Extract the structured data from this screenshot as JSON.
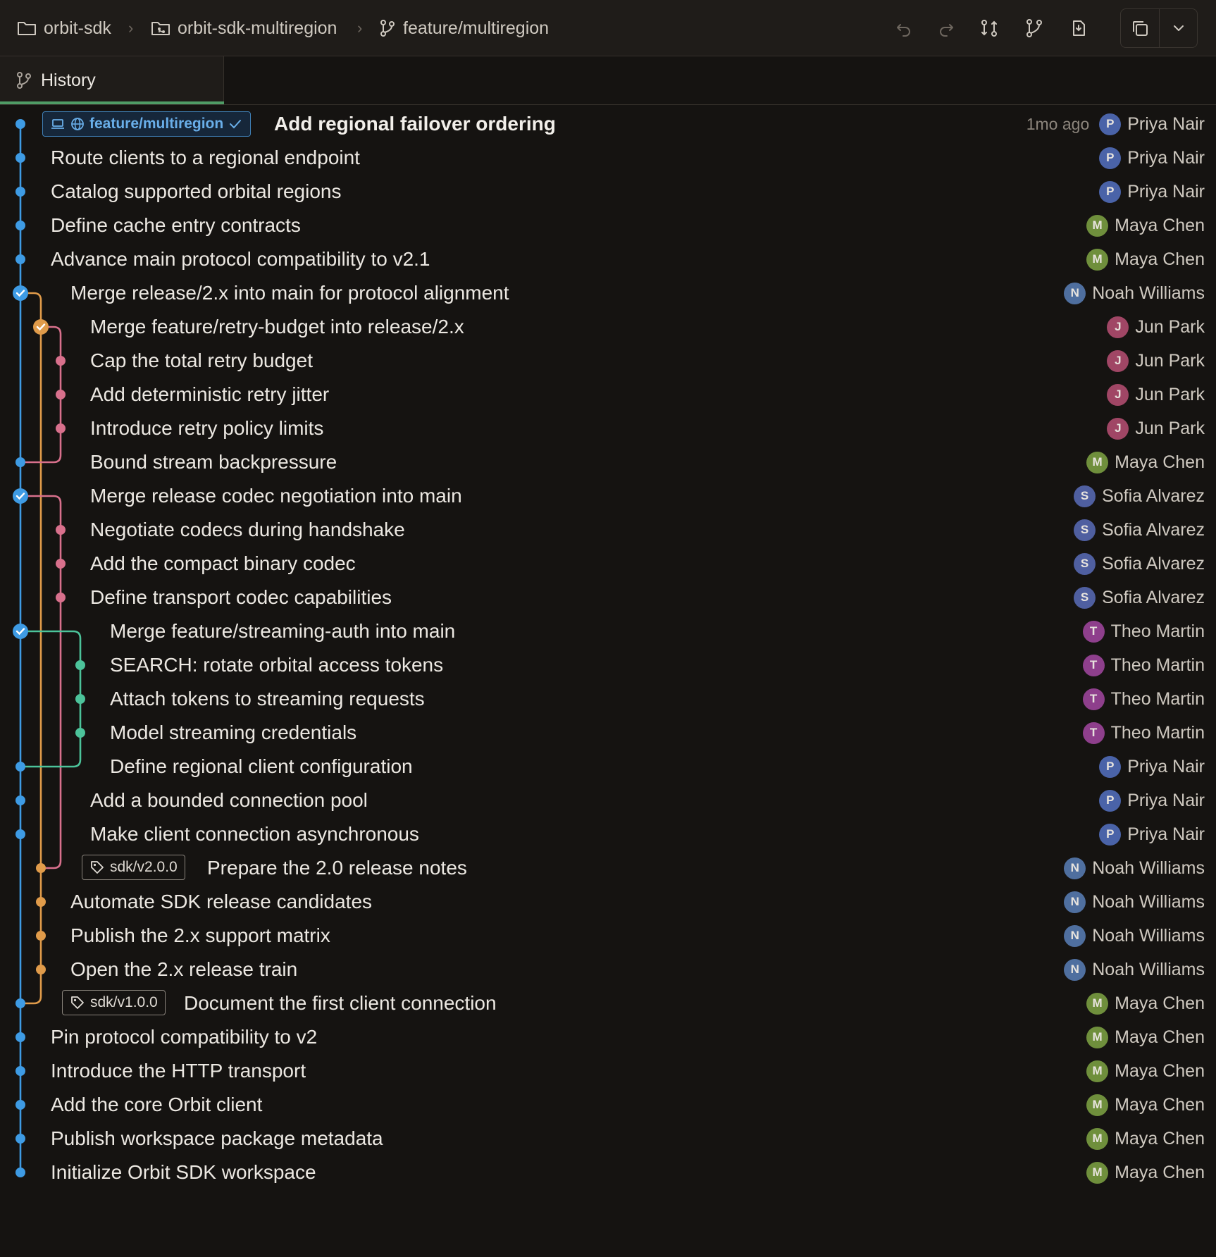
{
  "breadcrumb": {
    "repo": "orbit-sdk",
    "worktree": "orbit-sdk-multiregion",
    "branch": "feature/multiregion"
  },
  "toolbar": {
    "icons": [
      "undo-icon",
      "redo-icon",
      "compare-icon",
      "branch-icon",
      "stash-icon",
      "copy-icon",
      "chevron-down-icon"
    ]
  },
  "tabs": [
    {
      "label": "History",
      "active": true
    }
  ],
  "colors": {
    "main": "#3e9be4",
    "release": "#e09b4a",
    "feature_pink": "#d8708c",
    "feature_green": "#4cc39a"
  },
  "head": {
    "branch_label": "feature/multiregion",
    "time": "1mo ago"
  },
  "commits": [
    {
      "message": "Add regional failover ordering",
      "author": "Priya Nair",
      "initial": "P"
    },
    {
      "message": "Route clients to a regional endpoint",
      "author": "Priya Nair",
      "initial": "P"
    },
    {
      "message": "Catalog supported orbital regions",
      "author": "Priya Nair",
      "initial": "P"
    },
    {
      "message": "Define cache entry contracts",
      "author": "Maya Chen",
      "initial": "M"
    },
    {
      "message": "Advance main protocol compatibility to v2.1",
      "author": "Maya Chen",
      "initial": "M"
    },
    {
      "message": "Merge release/2.x into main for protocol alignment",
      "author": "Noah Williams",
      "initial": "N"
    },
    {
      "message": "Merge feature/retry-budget into release/2.x",
      "author": "Jun Park",
      "initial": "J"
    },
    {
      "message": "Cap the total retry budget",
      "author": "Jun Park",
      "initial": "J"
    },
    {
      "message": "Add deterministic retry jitter",
      "author": "Jun Park",
      "initial": "J"
    },
    {
      "message": "Introduce retry policy limits",
      "author": "Jun Park",
      "initial": "J"
    },
    {
      "message": "Bound stream backpressure",
      "author": "Maya Chen",
      "initial": "M"
    },
    {
      "message": "Merge release codec negotiation into main",
      "author": "Sofia Alvarez",
      "initial": "S"
    },
    {
      "message": "Negotiate codecs during handshake",
      "author": "Sofia Alvarez",
      "initial": "S"
    },
    {
      "message": "Add the compact binary codec",
      "author": "Sofia Alvarez",
      "initial": "S"
    },
    {
      "message": "Define transport codec capabilities",
      "author": "Sofia Alvarez",
      "initial": "S"
    },
    {
      "message": "Merge feature/streaming-auth into main",
      "author": "Theo Martin",
      "initial": "T"
    },
    {
      "message": "SEARCH: rotate orbital access tokens",
      "author": "Theo Martin",
      "initial": "T"
    },
    {
      "message": "Attach tokens to streaming requests",
      "author": "Theo Martin",
      "initial": "T"
    },
    {
      "message": "Model streaming credentials",
      "author": "Theo Martin",
      "initial": "T"
    },
    {
      "message": "Define regional client configuration",
      "author": "Priya Nair",
      "initial": "P"
    },
    {
      "message": "Add a bounded connection pool",
      "author": "Priya Nair",
      "initial": "P"
    },
    {
      "message": "Make client connection asynchronous",
      "author": "Priya Nair",
      "initial": "P"
    },
    {
      "message": "Prepare the 2.0 release notes",
      "author": "Noah Williams",
      "initial": "N",
      "tag": "sdk/v2.0.0"
    },
    {
      "message": "Automate SDK release candidates",
      "author": "Noah Williams",
      "initial": "N"
    },
    {
      "message": "Publish the 2.x support matrix",
      "author": "Noah Williams",
      "initial": "N"
    },
    {
      "message": "Open the 2.x release train",
      "author": "Noah Williams",
      "initial": "N"
    },
    {
      "message": "Document the first client connection",
      "author": "Maya Chen",
      "initial": "M",
      "tag": "sdk/v1.0.0"
    },
    {
      "message": "Pin protocol compatibility to v2",
      "author": "Maya Chen",
      "initial": "M"
    },
    {
      "message": "Introduce the HTTP transport",
      "author": "Maya Chen",
      "initial": "M"
    },
    {
      "message": "Add the core Orbit client",
      "author": "Maya Chen",
      "initial": "M"
    },
    {
      "message": "Publish workspace package metadata",
      "author": "Maya Chen",
      "initial": "M"
    },
    {
      "message": "Initialize Orbit SDK workspace",
      "author": "Maya Chen",
      "initial": "M"
    }
  ],
  "avatar_colors": {
    "P": "#4a63a8",
    "M": "#6f8f3c",
    "N": "#4f6f9f",
    "J": "#a04665",
    "S": "#4f5fa0",
    "T": "#8e3f8c"
  }
}
